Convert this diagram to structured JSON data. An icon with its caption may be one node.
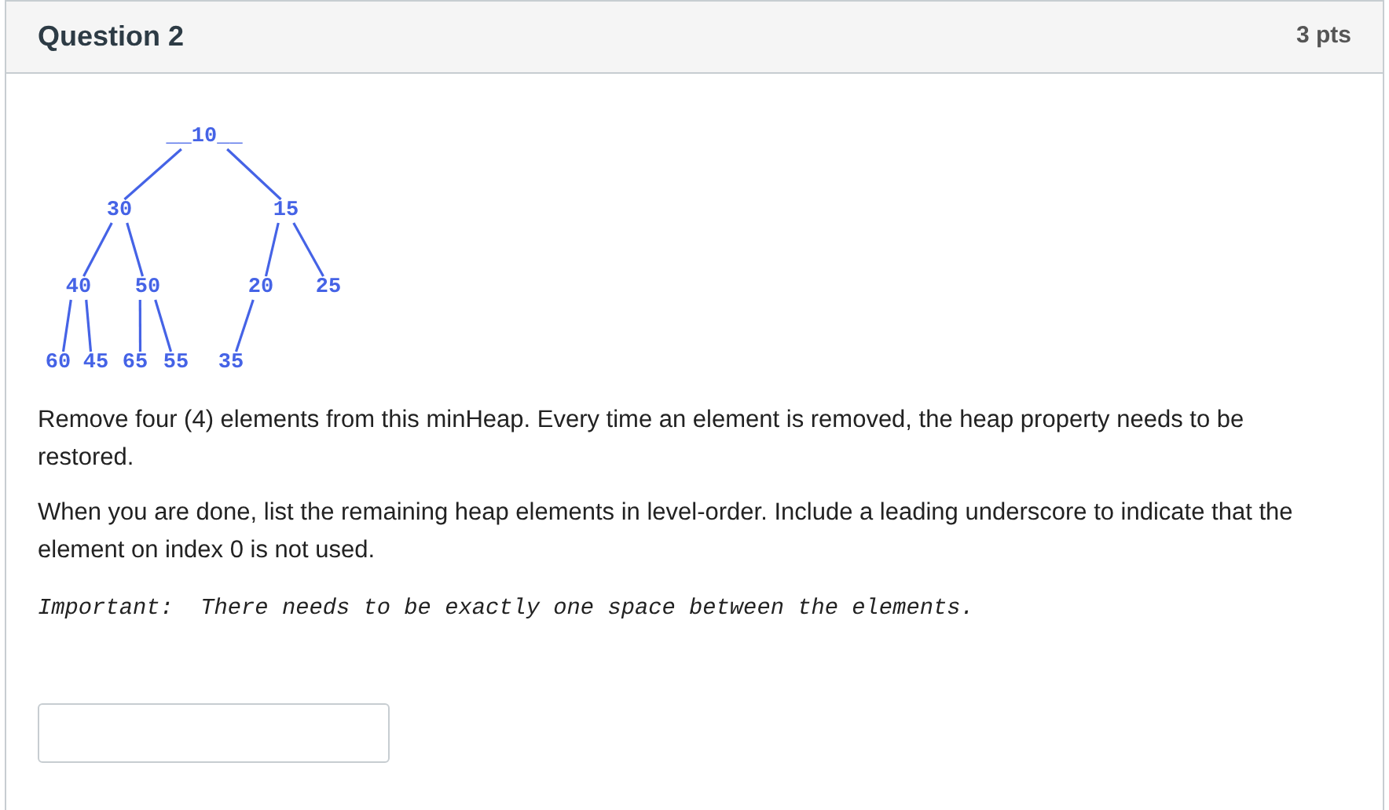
{
  "diagram": {
    "title": "Question 2",
    "nodes": [
      {
        "text": [
          "__10__"
        ]
      },
      {
        "text": [
          "30"
        ]
      },
      {
        "text": [
          "15"
        ]
      },
      {
        "text": [
          "40"
        ]
      },
      {
        "text": [
          "50"
        ]
      },
      {
        "text": [
          "20"
        ]
      },
      {
        "text": [
          "25"
        ]
      },
      {
        "text": [
          "60"
        ]
      },
      {
        "text": [
          "45"
        ]
      },
      {
        "text": [
          "65"
        ]
      },
      {
        "text": [
          "55"
        ]
      },
      {
        "text": [
          "35"
        ]
      }
    ],
    "edges": [
      {
        "from": 0,
        "to": 1,
        "arrow": "none"
      },
      {
        "from": 0,
        "to": 2,
        "arrow": "none"
      },
      {
        "from": 1,
        "to": 3,
        "arrow": "none"
      },
      {
        "from": 1,
        "to": 4,
        "arrow": "none"
      },
      {
        "from": 2,
        "to": 5,
        "arrow": "none"
      },
      {
        "from": 2,
        "to": 6,
        "arrow": "none"
      },
      {
        "from": 3,
        "to": 7,
        "arrow": "none"
      },
      {
        "from": 3,
        "to": 8,
        "arrow": "none"
      },
      {
        "from": 4,
        "to": 9,
        "arrow": "none"
      },
      {
        "from": 4,
        "to": 10,
        "arrow": "none"
      },
      {
        "from": 5,
        "to": 11,
        "arrow": "none"
      }
    ],
    "labels": [
      "3 pts",
      "Remove four (4) elements from this minHeap. Every time an element is removed, the heap property needs to be restored.",
      "When you are done, list the remaining heap elements in level-order. Include a leading underscore to indicate that the element on index 0 is not used.",
      "Important:  There needs to be exactly one space between the elements."
    ]
  }
}
